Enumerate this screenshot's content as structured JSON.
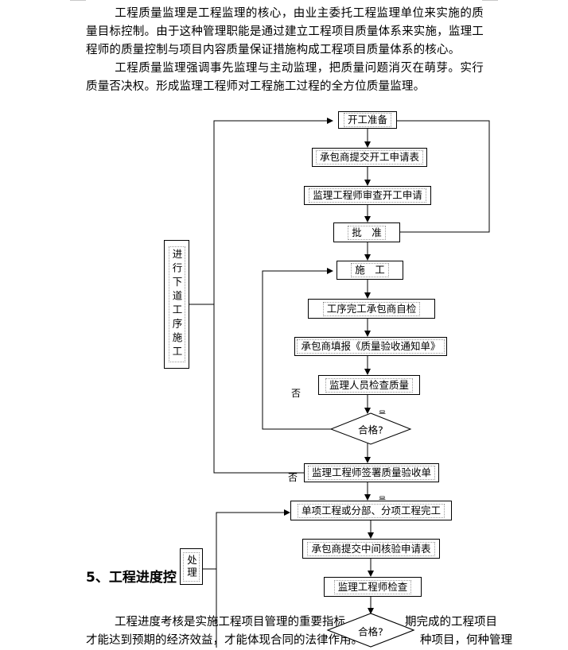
{
  "document": {
    "paragraph_1": "工程质量监理是工程监理的核心，由业主委托工程监理单位来实施的质量目标控制。由于这种管理职能是通过建立工程项目质量体系来实施，监理工程师的质量控制与项目内容质量保证措施构成工程项目质量体系的核心。",
    "paragraph_2": "工程质量监理强调事先监理与主动监理，把质量问题消灭在萌芽。实行质量否决权。形成监理工程师对工程施工过程的全方位质量监理。",
    "section_heading": "5、工程进度控",
    "paragraph_3_line_1": "工程进度考核是实施工程项目管理的重要指标。",
    "paragraph_3_line_1_tail": "期完成的工程项目",
    "paragraph_3_line_2": "才能达到预期的经济效益，才能体现合同的法律作用。",
    "paragraph_3_line_2_tail": "种项目，何种管理"
  },
  "flowchart_quality": {
    "start_prep": "开工准备",
    "submit_application": "承包商提交开工申请表",
    "review_application": "监理工程师审查开工申请",
    "approve": "批　准",
    "construct": "施　工",
    "self_check": "工序完工承包商自检",
    "fill_notice": "承包商填报《质量验收通知单》",
    "inspect_quality": "监理人员检查质量",
    "qualified_decision": "合格?",
    "sign_acceptance": "监理工程师签署质量验收单",
    "side_next_process": "进行下道工序施工",
    "label_no_left": "否",
    "label_no_bottom": "否",
    "label_yes_1": "是",
    "label_yes_2": "是"
  },
  "flowchart_progress": {
    "item_complete": "单项工程或分部、分项工程完工",
    "submit_interim": "承包商提交中间核验申请表",
    "engineer_check": "监理工程师检查",
    "qualified_decision": "合格?",
    "side_handle": "处理"
  }
}
